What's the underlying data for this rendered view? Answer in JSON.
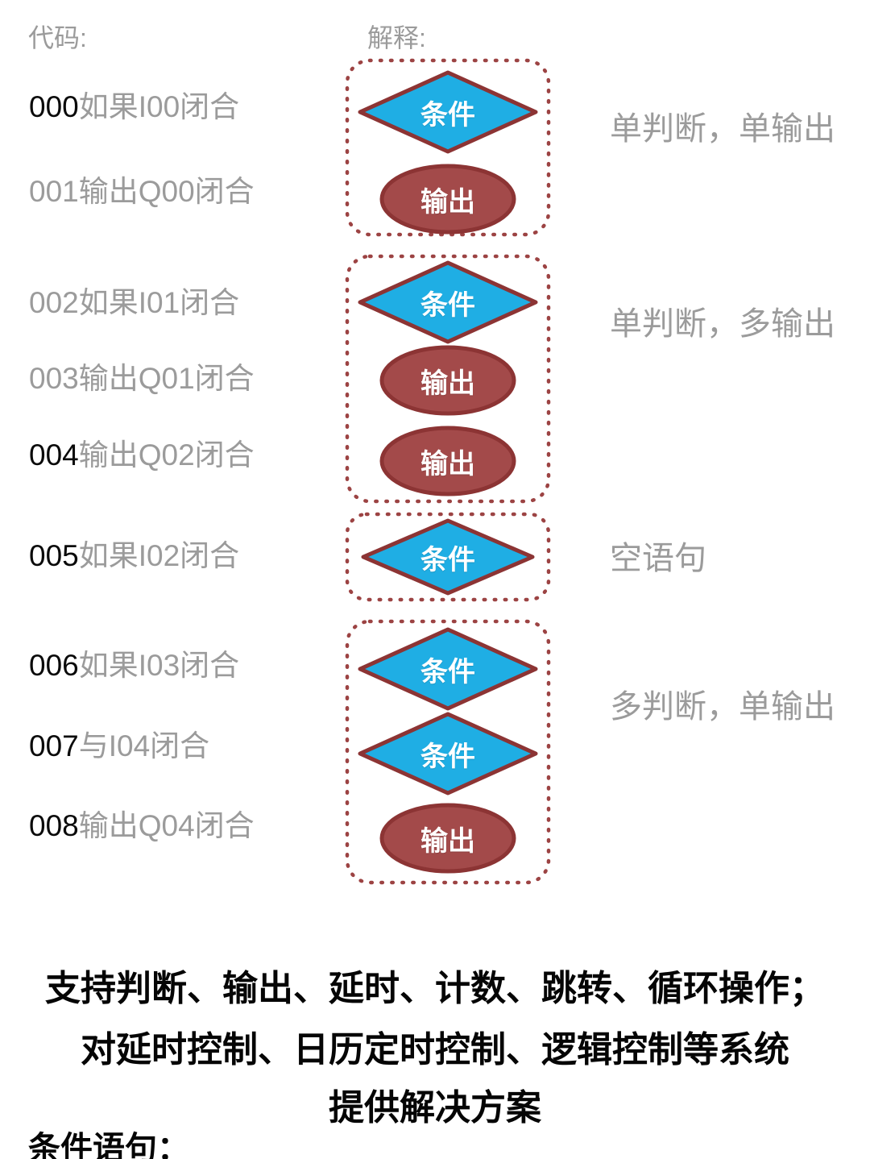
{
  "headers": {
    "code": "代码:",
    "explain": "解释:"
  },
  "code_lines": [
    {
      "num": "000",
      "text": "如果I00闭合",
      "num_black": true
    },
    {
      "num": "001",
      "text": "输出Q00闭合",
      "num_black": false
    },
    {
      "num": "002",
      "text": "如果I01闭合",
      "num_black": false
    },
    {
      "num": "003",
      "text": "输出Q01闭合",
      "num_black": false
    },
    {
      "num": "004",
      "text": "输出Q02闭合",
      "num_black": true
    },
    {
      "num": "005",
      "text": "如果I02闭合",
      "num_black": true
    },
    {
      "num": "006",
      "text": "如果I03闭合",
      "num_black": true
    },
    {
      "num": "007",
      "text": "与I04闭合",
      "num_black": true
    },
    {
      "num": "008",
      "text": "输出Q04闭合",
      "num_black": true
    }
  ],
  "shape_labels": {
    "condition": "条件",
    "output": "输出"
  },
  "groups": [
    {
      "label": "单判断，单输出",
      "shapes": [
        "condition",
        "output"
      ]
    },
    {
      "label": "单判断，多输出",
      "shapes": [
        "condition",
        "output",
        "output"
      ]
    },
    {
      "label": "空语句",
      "shapes": [
        "condition"
      ]
    },
    {
      "label": "多判断，单输出",
      "shapes": [
        "condition",
        "condition",
        "output"
      ]
    }
  ],
  "footer": {
    "line1": "支持判断、输出、延时、计数、跳转、循环操作；",
    "line2": "对延时控制、日历定时控制、逻辑控制等系统",
    "line3": "提供解决方案",
    "caption": "条件语句："
  },
  "colors": {
    "diamond_fill": "#1FAEE4",
    "ellipse_fill": "#A34A4A",
    "shape_border": "#8C3434",
    "dashed_border": "#9C4343",
    "gray_text": "#9B9B9B",
    "black_text": "#0A0A0A",
    "shape_text": "#FFFFFF",
    "background": "#FFFFFF"
  }
}
